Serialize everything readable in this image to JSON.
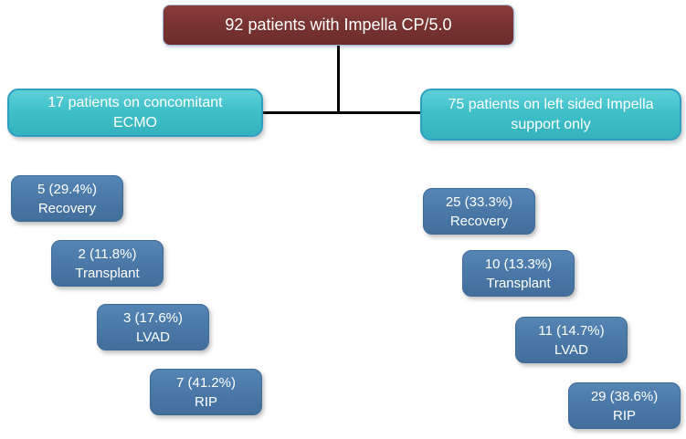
{
  "root": {
    "label": "92 patients with Impella CP/5.0"
  },
  "branches": [
    {
      "label": "17 patients on concomitant\nECMO",
      "outcomes": [
        {
          "value": "5 (29.4%)",
          "label": "Recovery"
        },
        {
          "value": "2 (11.8%)",
          "label": "Transplant"
        },
        {
          "value": "3 (17.6%)",
          "label": "LVAD"
        },
        {
          "value": "7 (41.2%)",
          "label": "RIP"
        }
      ]
    },
    {
      "label": "75 patients on left sided Impella\nsupport only",
      "outcomes": [
        {
          "value": "25 (33.3%)",
          "label": "Recovery"
        },
        {
          "value": "10 (13.3%)",
          "label": "Transplant"
        },
        {
          "value": "11 (14.7%)",
          "label": "LVAD"
        },
        {
          "value": "29 (38.6%)",
          "label": "RIP"
        }
      ]
    }
  ],
  "colors": {
    "root_fill": "#763231",
    "branch_fill": "#3fc0c9",
    "branch_border": "#2f9fc1",
    "outcome_fill": "#4a79a8",
    "connector": "#000000",
    "text": "#ffffff"
  }
}
